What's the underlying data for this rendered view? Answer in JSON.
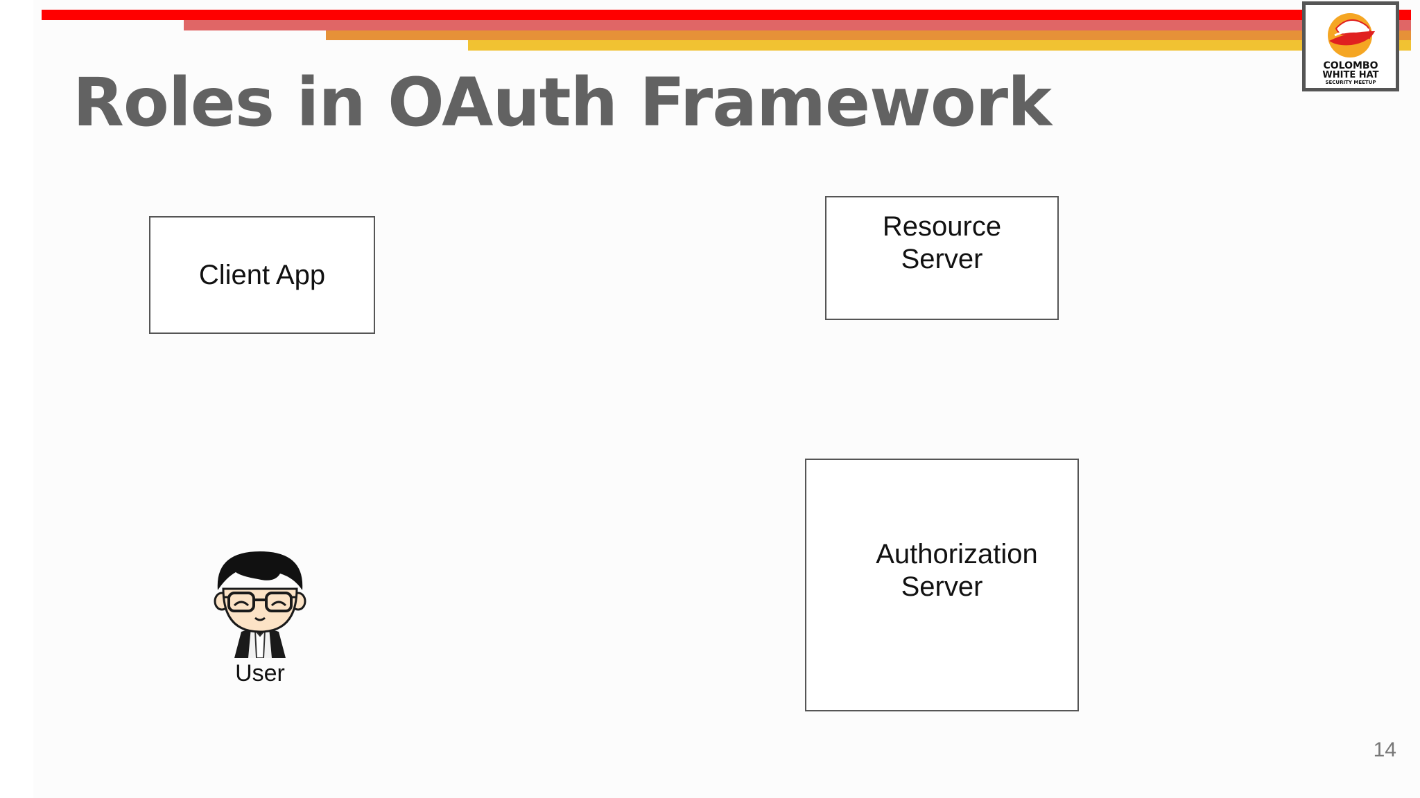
{
  "slide": {
    "title": "Roles in OAuth Framework",
    "page_number": "14"
  },
  "header_bars": {
    "colors": [
      "#ff0000",
      "#e06666",
      "#e69138",
      "#f1c232"
    ]
  },
  "logo": {
    "line1": "COLOMBO",
    "line2": "WHITE HAT",
    "line3": "SECURITY MEETUP",
    "colors": {
      "hat": "#f5a623",
      "band": "#e02020",
      "frame": "#555555"
    }
  },
  "diagram": {
    "client_app": {
      "label": "Client App"
    },
    "resource_server": {
      "label_line1": "Resource",
      "label_line2": "Server"
    },
    "authorization_server": {
      "label_line1": "Authorization",
      "label_line2": "Server"
    },
    "user": {
      "label": "User",
      "icon": "user-avatar-icon"
    }
  }
}
